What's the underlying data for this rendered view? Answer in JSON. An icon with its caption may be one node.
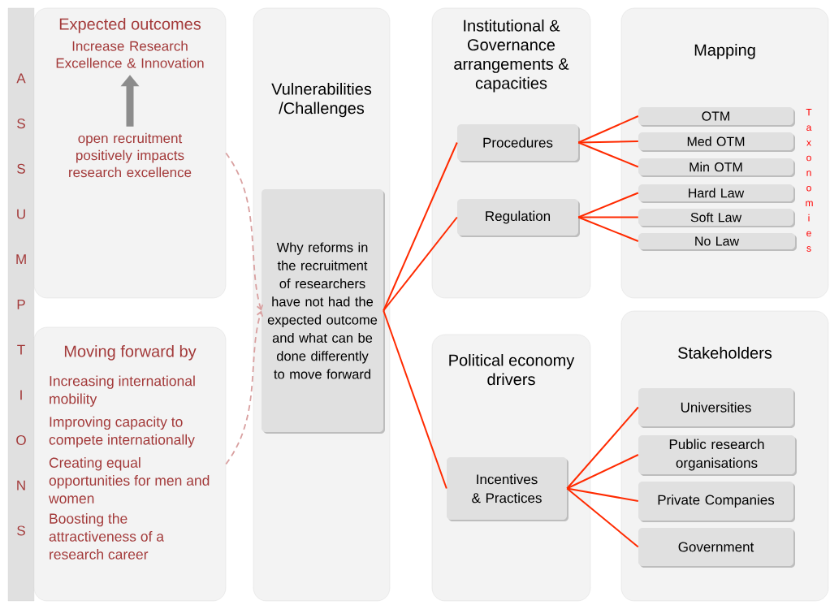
{
  "diagram": {
    "nodes": [
      {
        "text": [
          "A S S U M P T I O N S"
        ]
      },
      {
        "text": [
          "Expected outcomes"
        ]
      },
      {
        "text": [
          "Increase Research Excellence & Innovation"
        ],
        "in": 1
      },
      {
        "text": [
          "open recruitment positively impacts research excellence"
        ],
        "in": 1
      },
      {
        "text": [
          "Moving forward by",
          "Increasing international mobility",
          "Improving capacity to compete internationally",
          "Creating equal opportunities for men and women",
          "Boosting the attractiveness of a research career"
        ]
      },
      {
        "text": [
          "Vulnerabilities /Challenges"
        ]
      },
      {
        "text": [
          "Why reforms in the recruitment of researchers have not had the expected outcome and what can be done differently to move forward"
        ],
        "in": 5
      },
      {
        "text": [
          "Institutional & Governance arrangements & capacities"
        ]
      },
      {
        "text": [
          "Procedures"
        ],
        "in": 7
      },
      {
        "text": [
          "Regulation"
        ],
        "in": 7
      },
      {
        "text": [
          "Political economy drivers"
        ]
      },
      {
        "text": [
          "Incentives & Practices"
        ],
        "in": 10
      },
      {
        "text": [
          "Mapping"
        ]
      },
      {
        "text": [
          "OTM"
        ],
        "in": 12
      },
      {
        "text": [
          "Med OTM"
        ],
        "in": 12
      },
      {
        "text": [
          "Min OTM"
        ],
        "in": 12
      },
      {
        "text": [
          "Hard Law"
        ],
        "in": 12
      },
      {
        "text": [
          "Soft Law"
        ],
        "in": 12
      },
      {
        "text": [
          "No Law"
        ],
        "in": 12
      },
      {
        "text": [
          "Stakeholders"
        ]
      },
      {
        "text": [
          "Universities"
        ],
        "in": 19
      },
      {
        "text": [
          "Public research organisations"
        ],
        "in": 19
      },
      {
        "text": [
          "Private Companies"
        ],
        "in": 19
      },
      {
        "text": [
          "Government"
        ],
        "in": 19
      }
    ],
    "edges": [
      {
        "from": 3,
        "to": 2,
        "arrow": "to",
        "style": "thick",
        "color": "#8c8c8c"
      },
      {
        "from": 1,
        "to": 6,
        "arrow": "to",
        "style": "dashed",
        "color": "#d9a0a0"
      },
      {
        "from": 4,
        "to": 6,
        "arrow": "to",
        "style": "dashed",
        "color": "#d9a0a0"
      },
      {
        "from": 6,
        "to": 8,
        "arrow": "none"
      },
      {
        "from": 6,
        "to": 9,
        "arrow": "none"
      },
      {
        "from": 6,
        "to": 11,
        "arrow": "none"
      },
      {
        "from": 8,
        "to": 13,
        "arrow": "none"
      },
      {
        "from": 8,
        "to": 14,
        "arrow": "none"
      },
      {
        "from": 8,
        "to": 15,
        "arrow": "none"
      },
      {
        "from": 9,
        "to": 16,
        "arrow": "none"
      },
      {
        "from": 9,
        "to": 17,
        "arrow": "none"
      },
      {
        "from": 9,
        "to": 18,
        "arrow": "none"
      },
      {
        "from": 11,
        "to": 20,
        "arrow": "none"
      },
      {
        "from": 11,
        "to": 21,
        "arrow": "none"
      },
      {
        "from": 11,
        "to": 22,
        "arrow": "none"
      },
      {
        "from": 11,
        "to": 23,
        "arrow": "none"
      }
    ],
    "labels": [
      "T a x o n o m i e s"
    ]
  }
}
